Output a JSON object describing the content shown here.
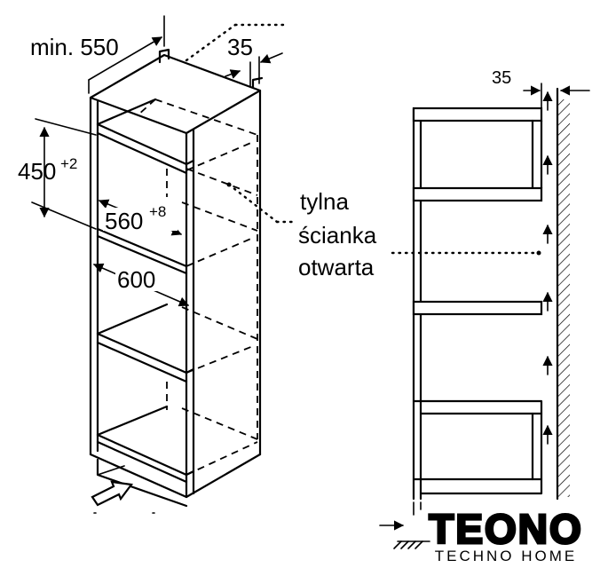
{
  "left_view": {
    "dim_depth": "min. 550",
    "dim_gap": "35",
    "dim_height": "450",
    "dim_height_tol": "+2",
    "dim_inner_width": "560",
    "dim_inner_width_tol": "+8",
    "dim_outer_width": "600",
    "note_line1": "tylna",
    "note_line2": "ścianka",
    "note_line3": "otwarta"
  },
  "right_view": {
    "dim_gap": "35"
  },
  "watermark": {
    "brand": "TEONO",
    "subtitle": "TECHNO HOME"
  }
}
